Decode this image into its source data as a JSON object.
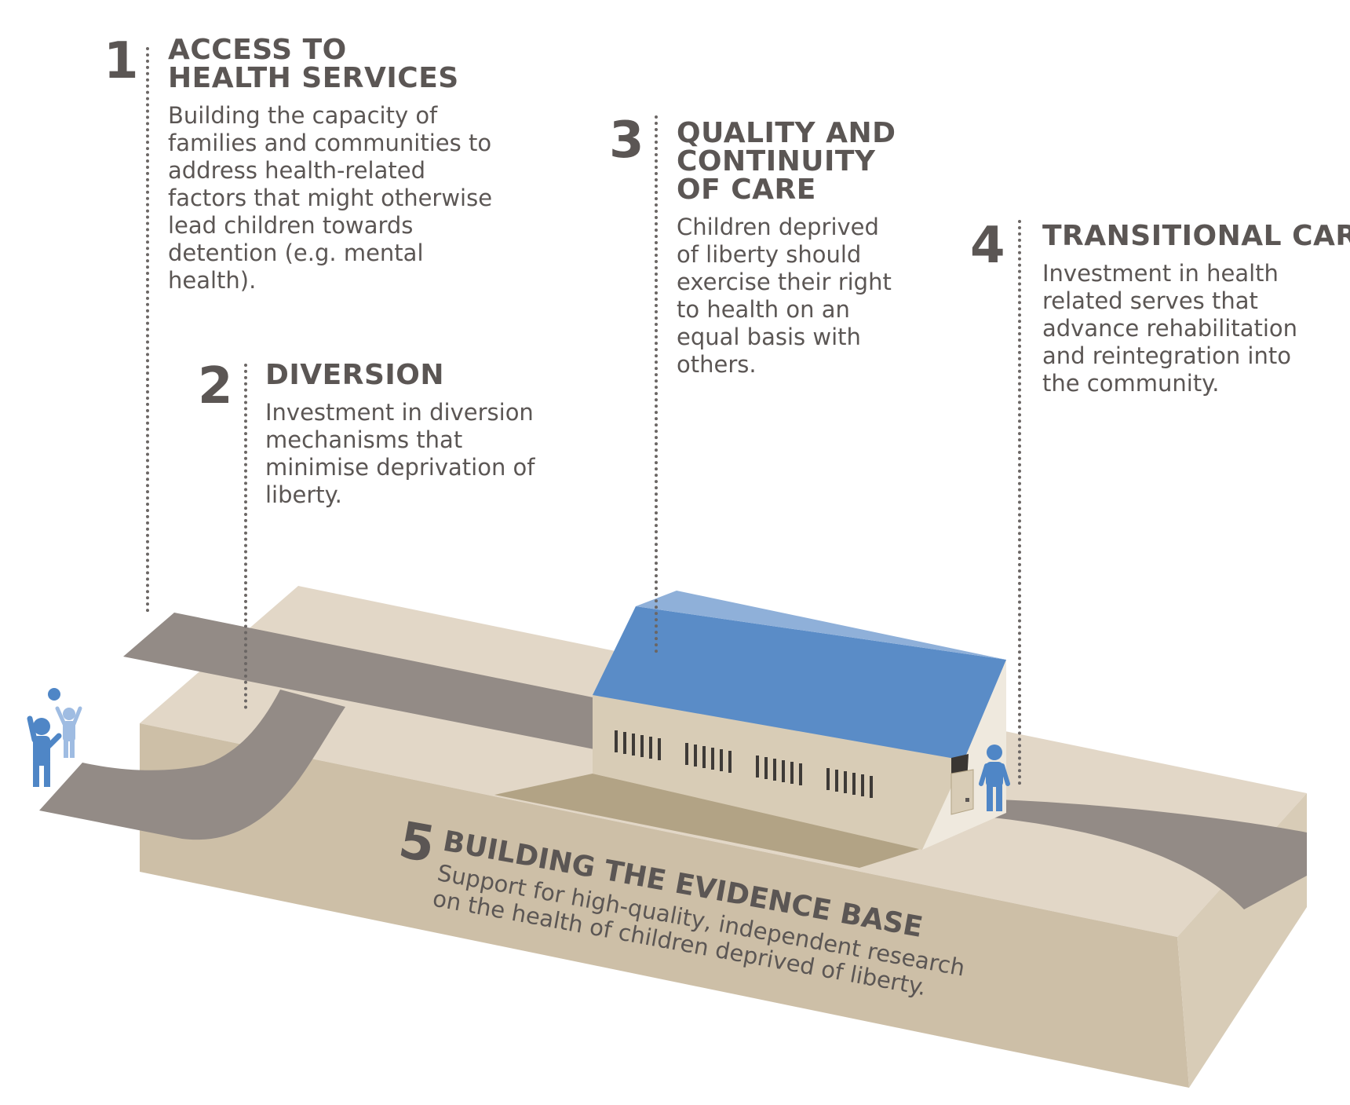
{
  "steps": [
    {
      "number": "1",
      "title": "ACCESS TO HEALTH SERVICES",
      "body": "Building the capacity of families and communities to address health-related factors that might otherwise lead children towards detention (e.g. mental health)."
    },
    {
      "number": "2",
      "title": "DIVERSION",
      "body": "Investment in diversion mechanisms that minimise deprivation of liberty."
    },
    {
      "number": "3",
      "title": "QUALITY AND CONTINUITY OF CARE",
      "body": "Children deprived of liberty should exercise their right to health on an equal basis with others."
    },
    {
      "number": "4",
      "title": "TRANSITIONAL CARE",
      "body": "Investment in health related serves that advance rehabilitation and reintegration into the community."
    },
    {
      "number": "5",
      "title": "BUILDING THE EVIDENCE BASE",
      "body": "Support for high-quality, independent research on the health of children deprived of liberty."
    }
  ],
  "colors": {
    "text": "#5b5654",
    "ground_top": "#e2d7c7",
    "ground_side": "#cdbfa7",
    "road": "#938b86",
    "roof": "#5a8cc7",
    "roof_light": "#8fb0d9",
    "building_wall": "#d8ccb6",
    "building_end": "#efe9de",
    "shadow": "#b2a385",
    "figure": "#4f86c6",
    "figure_light": "#9fbce2"
  },
  "icons": [
    "family-figures-icon",
    "person-figure-icon",
    "prison-building-icon",
    "door-lock-icon"
  ]
}
